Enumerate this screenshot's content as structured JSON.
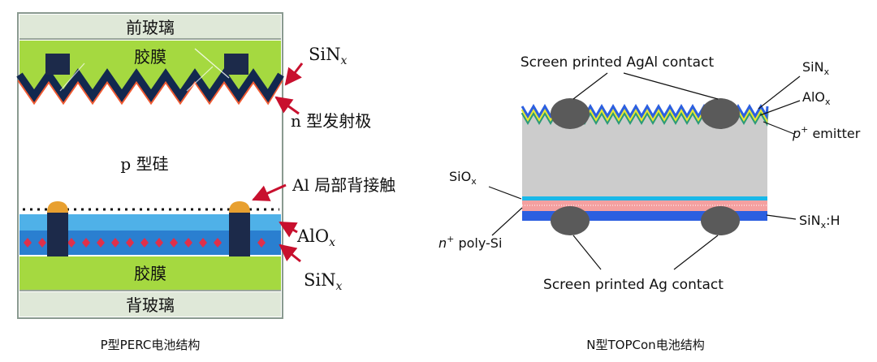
{
  "left": {
    "front_glass": "前玻璃",
    "top_encap": "胶膜",
    "p_silicon": "p 型硅",
    "bottom_encap": "胶膜",
    "back_glass": "背玻璃",
    "callouts": {
      "sinx_top": {
        "main": "SiN",
        "sub": "x"
      },
      "n_emitter": "n 型发射极",
      "al_contact": "Al 局部背接触",
      "alox": {
        "main": "AlO",
        "sub": "x"
      },
      "sinx_bottom": {
        "main": "SiN",
        "sub": "x"
      }
    },
    "caption": "P型PERC电池结构"
  },
  "right": {
    "agal_contact": "Screen printed AgAl contact",
    "sinx": {
      "main": "SiN",
      "sub": "x"
    },
    "alox": {
      "main": "AlO",
      "sub": "x"
    },
    "p_emitter": {
      "pre": "p",
      "sup": "+",
      "post": " emitter"
    },
    "siox": {
      "main": "SiO",
      "sub": "x"
    },
    "n_polysi": {
      "pre": "n",
      "sup": "+",
      "post": " poly-Si"
    },
    "sinx_h": {
      "main": "SiN",
      "sub": "x",
      "post": ":H"
    },
    "ag_contact": "Screen printed Ag contact",
    "caption": "N型TOPCon电池结构"
  },
  "colors": {
    "glass": "#dfe8d8",
    "encap": "#a5d940",
    "dark_blue": "#12284f",
    "emitter_red": "#f05a32",
    "light_blue": "#4fb1e8",
    "mid_blue": "#2a7fd0",
    "contact_dark": "#1c2a4a",
    "contact_orange": "#e8a030",
    "diamond_red": "#e0304a",
    "arrow_red": "#c8102e",
    "topcon_grey": "#cccccc",
    "topcon_yellow": "#e8e832",
    "topcon_green": "#2a9a78",
    "topcon_blue": "#2c5fe0",
    "topcon_cyan": "#1ab8e8",
    "topcon_pink": "#f4a0a0",
    "contact_grey": "#5a5a5a"
  }
}
